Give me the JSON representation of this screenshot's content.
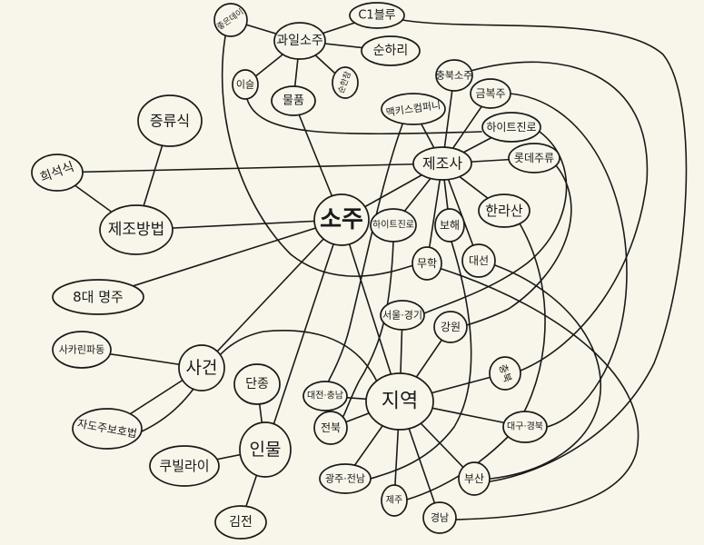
{
  "title": "소주 마인드맵",
  "colors": {
    "paper": "#f8f5ea",
    "ink": "#1a1a1a"
  },
  "nodes": {
    "soju": "소주",
    "manufacturer": "제조사",
    "fruit_soju": "과일소주",
    "good_day": "좋은데이",
    "c1_blue": "C1블루",
    "sunhari": "순하리",
    "iseul": "이슬",
    "product": "물품",
    "sunhancham": "순한참",
    "chungbuk_soju": "충북소주",
    "mackiss": "맥키스컴퍼니",
    "kumbokju": "금복주",
    "hitejinro_a": "하이트진로",
    "lotte": "롯데주류",
    "hallasan": "한라산",
    "bohae": "보해",
    "hitejinro_b": "하이트진로",
    "muhak": "무학",
    "daesun": "대선",
    "distilled": "증류식",
    "diluted": "희석식",
    "method": "제조방법",
    "eight_liquors": "8대 명주",
    "incident": "사건",
    "saccharin": "사카린파동",
    "local_law": "자도주보호법",
    "person": "인물",
    "danjong": "단종",
    "kublai": "쿠빌라이",
    "gimjeon": "김전",
    "region": "지역",
    "seoul": "서울·경기",
    "gangwon": "강원",
    "chungbuk": "충북",
    "daegu": "대구·경북",
    "busan": "부산",
    "gyeongnam": "경남",
    "jeju": "제주",
    "gwangju": "광주·전남",
    "jeonbuk": "전북",
    "daejeon": "대전·충남"
  }
}
